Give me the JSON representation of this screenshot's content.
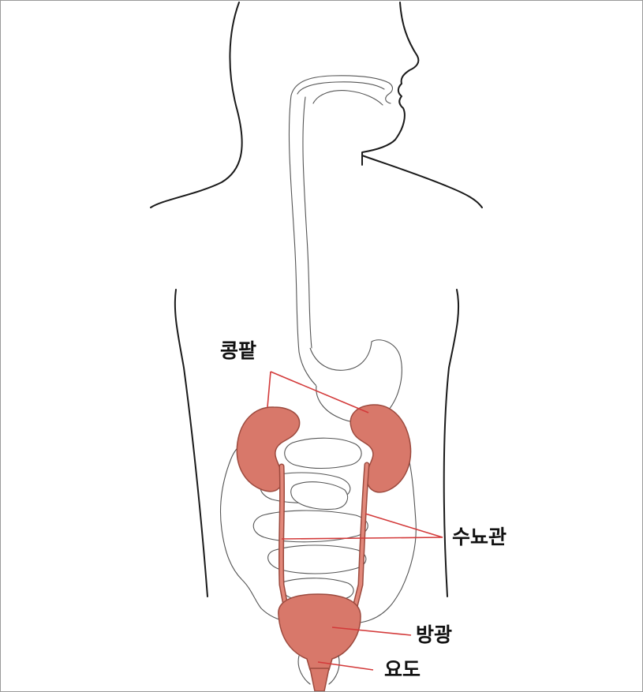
{
  "diagram": {
    "labels": {
      "kidney": "콩팥",
      "ureter": "수뇨관",
      "bladder": "방광",
      "urethra": "요도"
    },
    "colors": {
      "organ_fill": "#d8786a",
      "organ_fill_light": "#e2887a",
      "organ_stroke": "#9c4a3e",
      "leader_line": "#d33a3a",
      "body_outline": "#1a1a1a"
    }
  }
}
